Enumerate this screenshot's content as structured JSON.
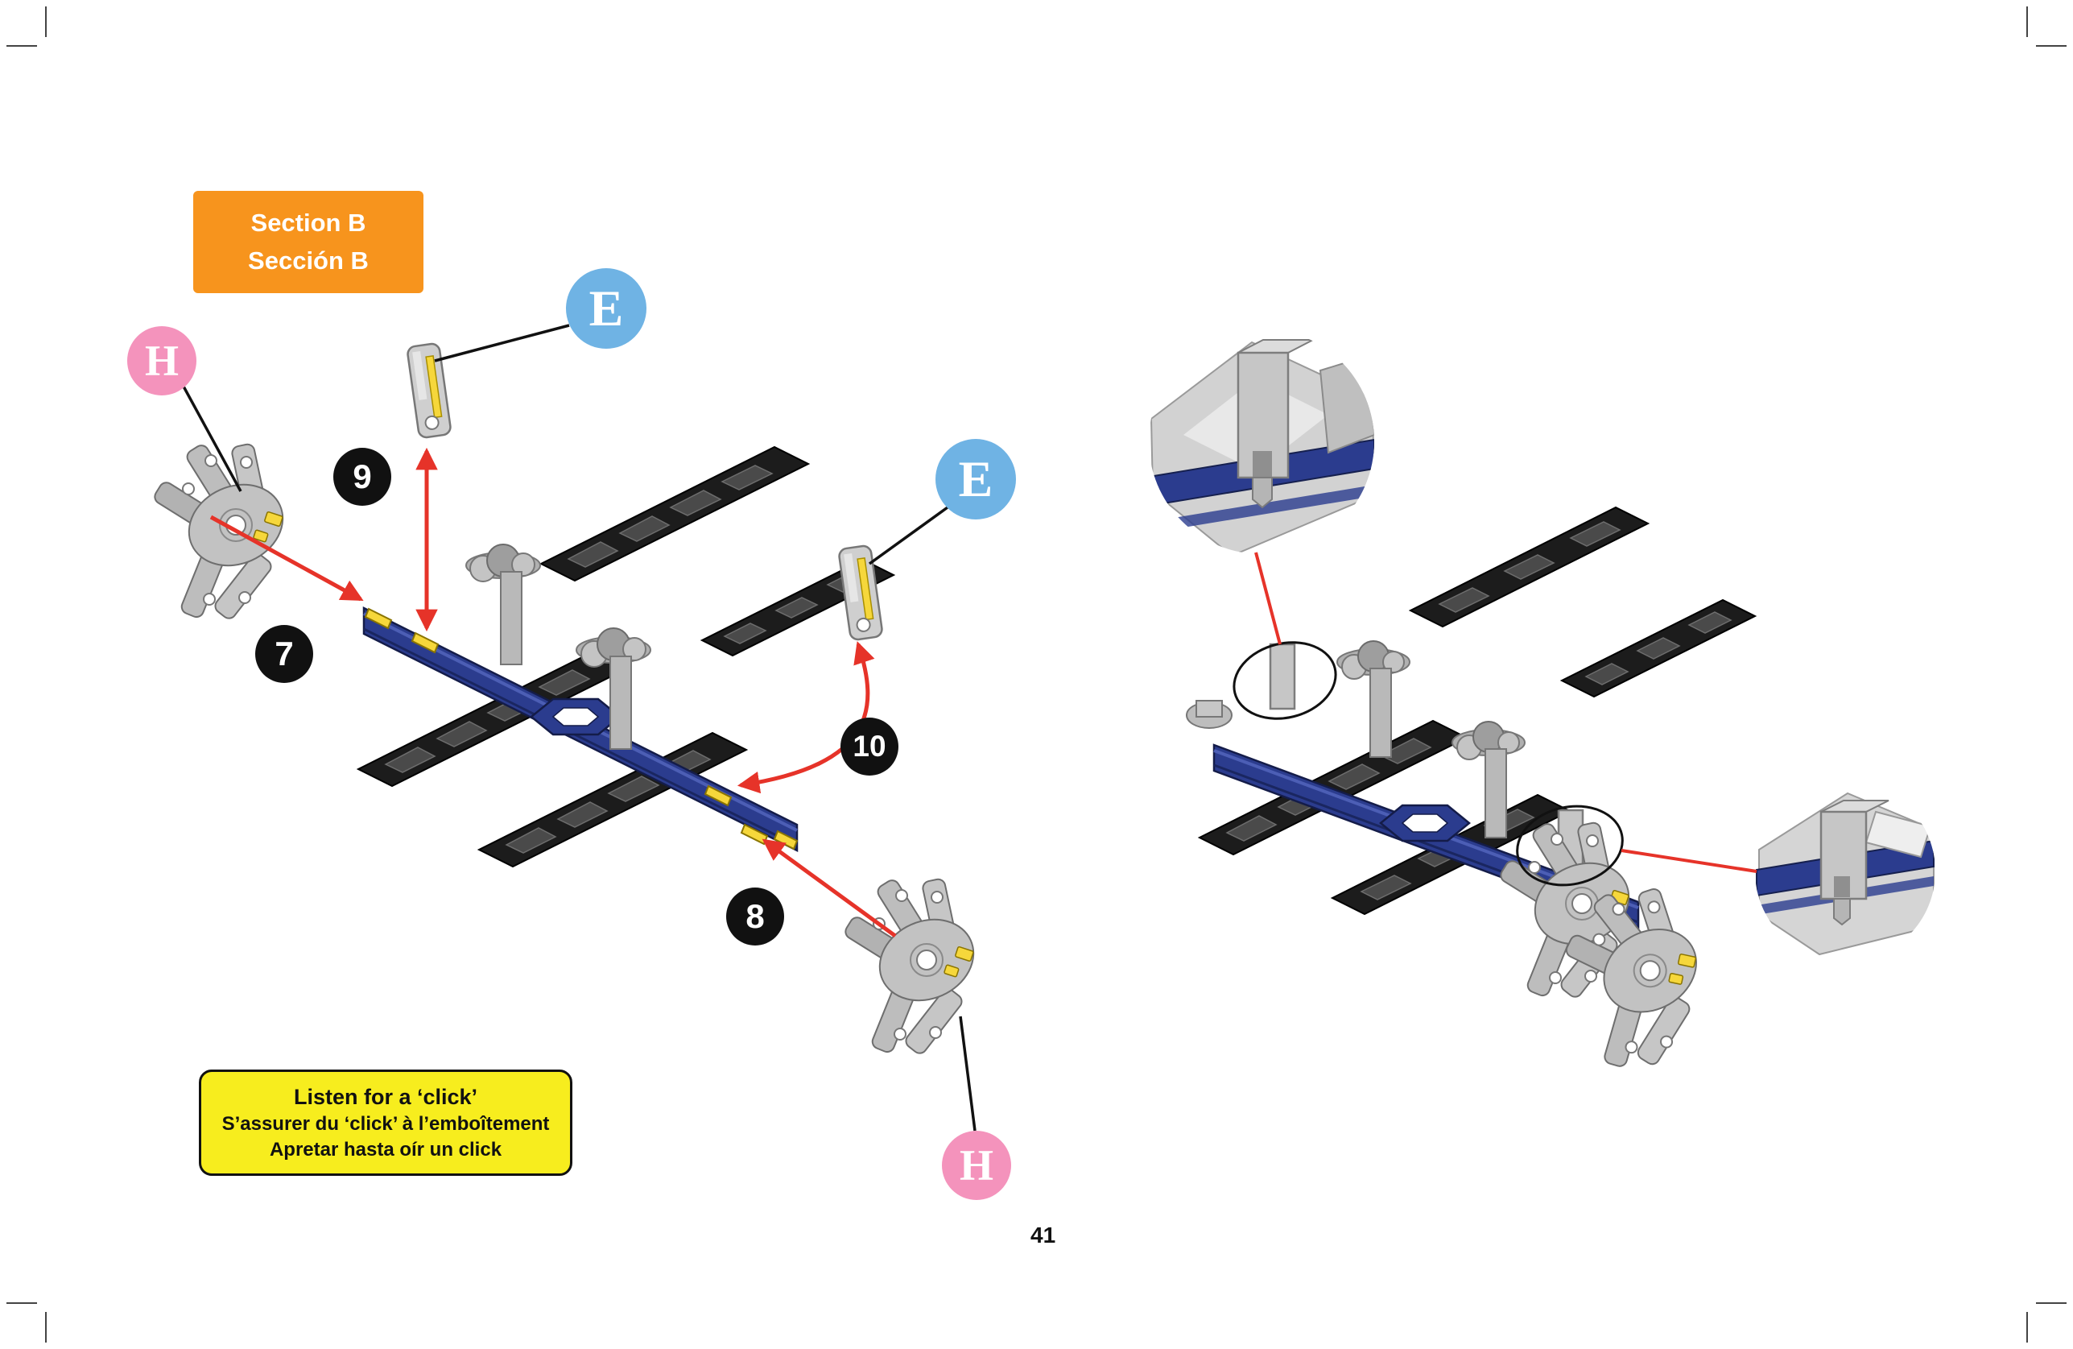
{
  "section_box": {
    "line1": "Section B",
    "line2": "Sección B"
  },
  "labels": {
    "h_top": "H",
    "e_top": "E",
    "e_mid": "E",
    "h_bottom": "H"
  },
  "steps": {
    "s7": "7",
    "s8": "8",
    "s9": "9",
    "s10": "10"
  },
  "callout": {
    "line1": "Listen for a ‘click’",
    "line2": "S’assurer du ‘click’ à l’emboîtement",
    "line3": "Apretar hasta oír un click"
  },
  "page": {
    "number": "41"
  },
  "colors": {
    "section_orange": "#F7941D",
    "label_pink": "#F493BC",
    "label_blue": "#6FB3E4",
    "step_black": "#111111",
    "callout_yellow": "#F7ED1E",
    "rail_blue": "#2B3C8E",
    "arrow_red": "#E63329",
    "clip_yellow": "#F6D73B",
    "part_gray": "#BDBDBD",
    "ladder_black": "#1C1C1C"
  }
}
